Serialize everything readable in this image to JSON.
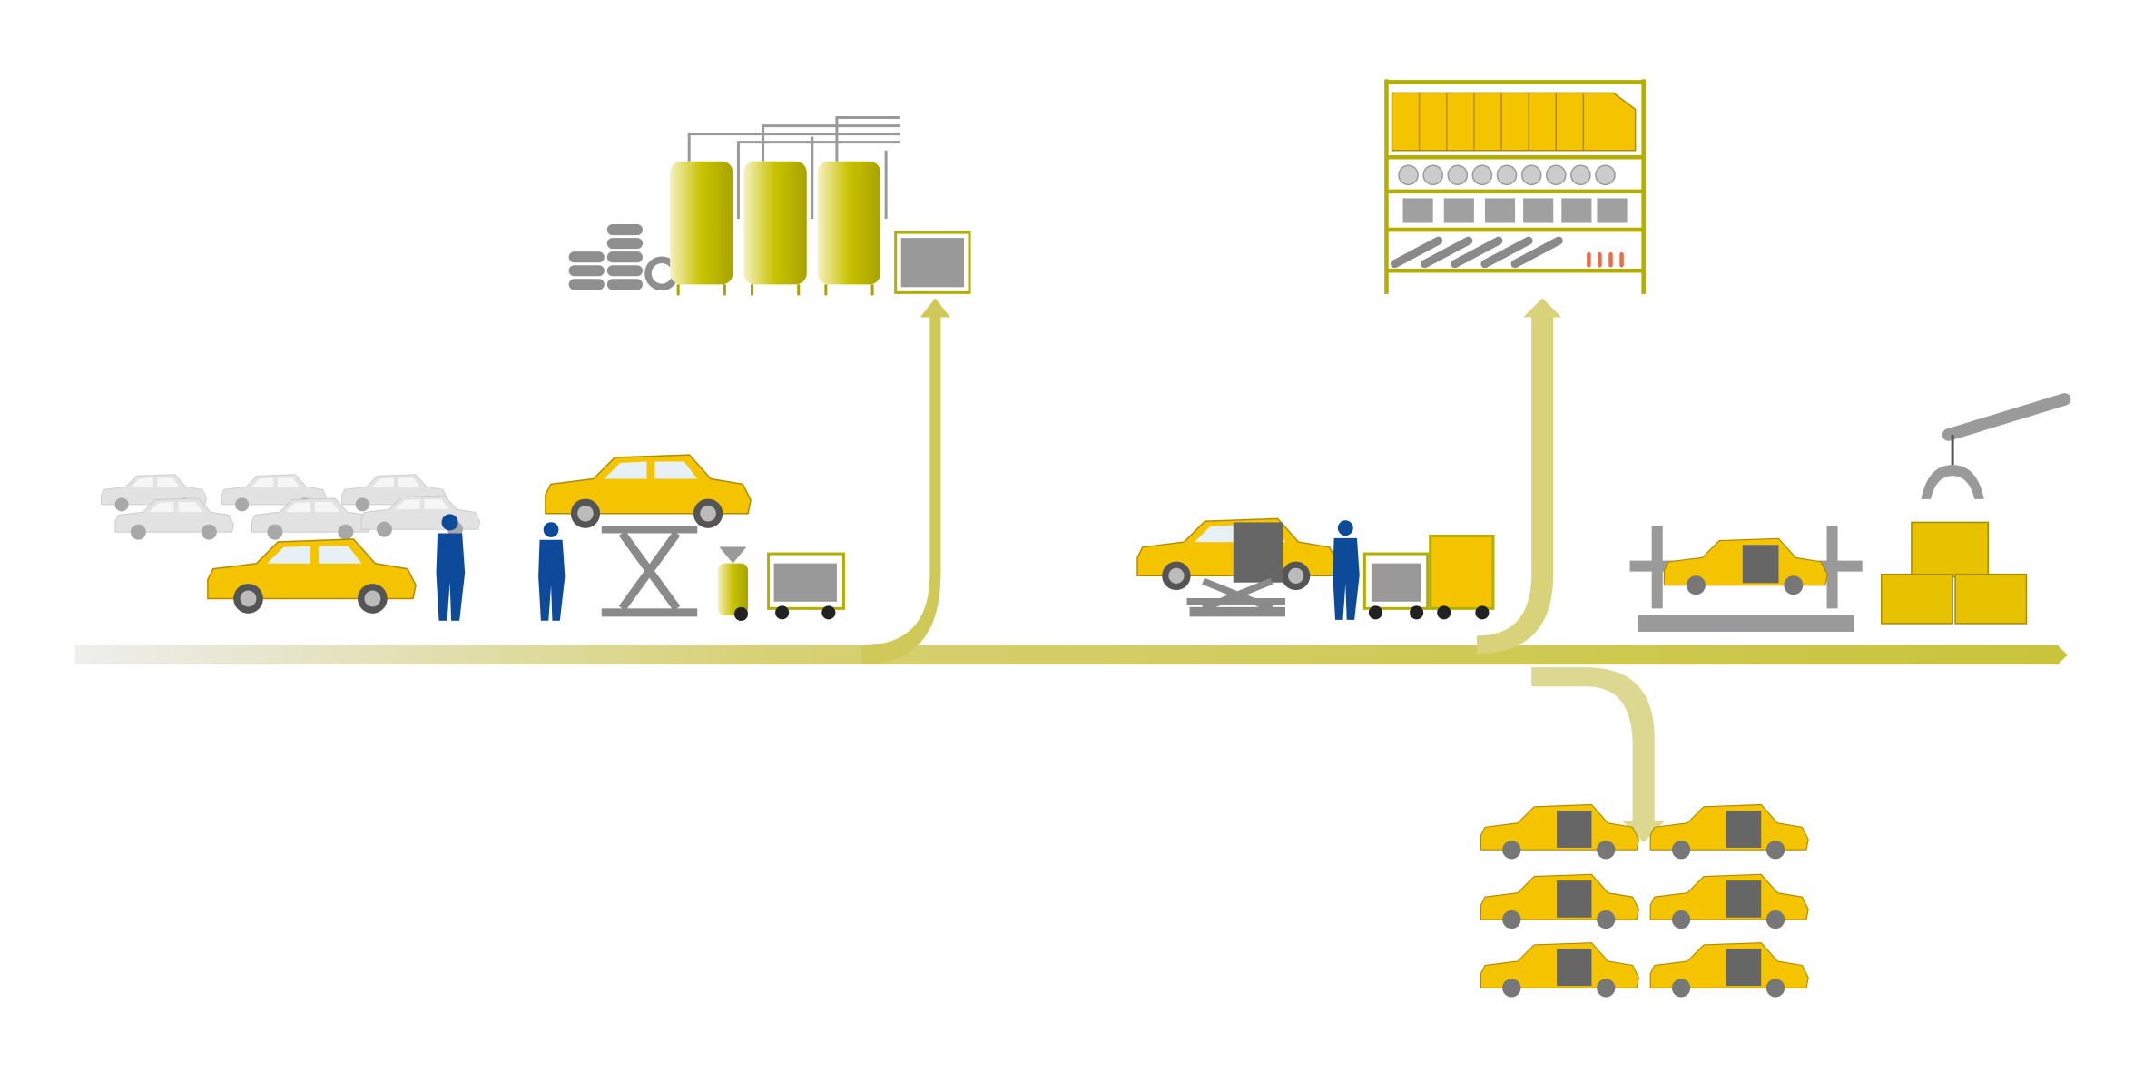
{
  "diagram": {
    "type": "vehicle-recycling-process-flow",
    "colors": {
      "car_yellow": "#f5c400",
      "car_gray": "#dcdcdc",
      "olive": "#b3ae00",
      "flow": "#d6d173",
      "worker_blue": "#0d4a9a",
      "equipment_gray": "#9a9a9a"
    },
    "stages": [
      {
        "id": "end-of-life-cars",
        "icon": "car-icon"
      },
      {
        "id": "depollution",
        "icon": "lift-icon"
      },
      {
        "id": "fluids-storage",
        "icon": "tank-icon"
      },
      {
        "id": "dismantling",
        "icon": "car-icon"
      },
      {
        "id": "parts-storage",
        "icon": "shelf-icon"
      },
      {
        "id": "shredding",
        "icon": "press-icon"
      },
      {
        "id": "body-shells",
        "icon": "car-icon"
      }
    ]
  }
}
